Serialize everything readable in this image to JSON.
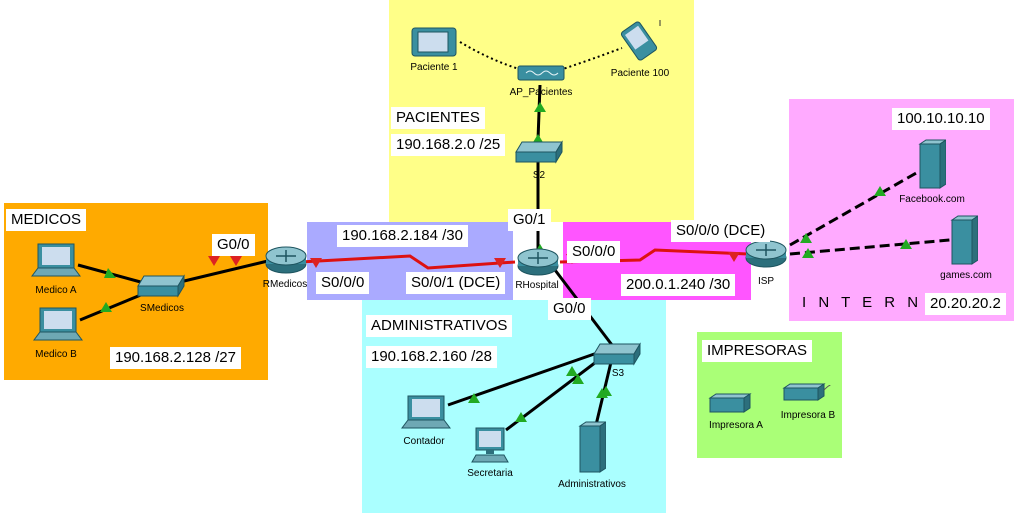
{
  "zones": {
    "pacientes": {
      "title": "PACIENTES",
      "network": "190.168.2.0   /25",
      "color": "#ffff88"
    },
    "medicos": {
      "title": "MEDICOS",
      "network": "190.168.2.128   /27",
      "color": "#ffaa00"
    },
    "wan_medicos": {
      "network": "190.168.2.184   /30",
      "color": "#aaaaff"
    },
    "administrativos": {
      "title": "ADMINISTRATIVOS",
      "network": "190.168.2.160   /28",
      "color": "#aaffff"
    },
    "wan_isp": {
      "network": "200.0.1.240 /30",
      "color": "#ff55ff"
    },
    "internet": {
      "title": "I N T E R N E T",
      "color": "#ffaaff"
    },
    "impresoras": {
      "title": "IMPRESORAS",
      "color": "#aaff77"
    }
  },
  "interfaces": {
    "rmedicos_g00": "G0/0",
    "rmedicos_s000": "S0/0/0",
    "rhospital_s001": "S0/0/1 (DCE)",
    "rhospital_g01": "G0/1",
    "rhospital_s000": "S0/0/0",
    "isp_s000": "S0/0/0 (DCE)",
    "rhospital_g00": "G0/0"
  },
  "devices": {
    "paciente1": "Paciente 1",
    "paciente100": "Paciente 100",
    "ap": "AP_Pacientes",
    "s2": "S2",
    "medico_a": "Medico A",
    "medico_b": "Medico B",
    "smedicos": "SMedicos",
    "rmedicos": "RMedicos",
    "rhospital": "RHospital",
    "isp": "ISP",
    "facebook": "Facebook.com",
    "games": "games.com",
    "s3": "S3",
    "contador": "Contador",
    "secretaria": "Secretaria",
    "administrativos": "Administrativos",
    "impresora_a": "Impresora A",
    "impresora_b": "Impresora B"
  },
  "ips": {
    "facebook": "100.10.10.10",
    "games": "20.20.20.2"
  },
  "colors": {
    "link_ok": "#22aa22",
    "link_down": "#dd2222",
    "serial": "#dd1111",
    "device": "#3a8fa0"
  }
}
